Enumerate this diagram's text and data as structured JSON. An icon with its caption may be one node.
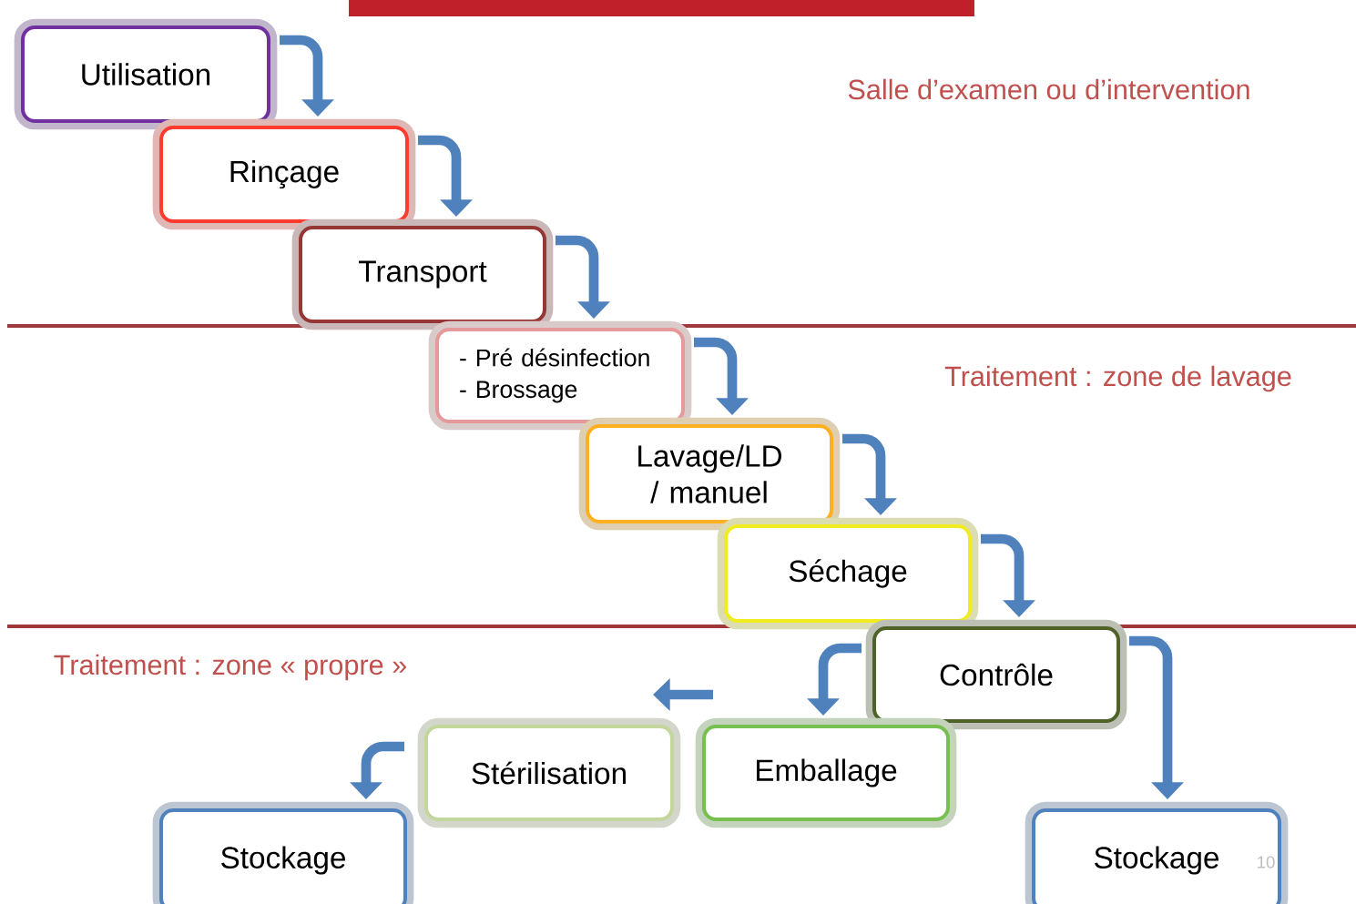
{
  "diagram": {
    "nodes": [
      {
        "text": [],
        "shape": "bar"
      },
      {
        "text": [
          "Utilisation"
        ]
      },
      {
        "text": [
          "Rinçage"
        ]
      },
      {
        "text": [
          "Transport"
        ]
      },
      {
        "text": [
          "- Pré désinfection",
          "- Brossage"
        ]
      },
      {
        "text": [
          "Lavage/LD / manuel"
        ]
      },
      {
        "text": [
          "Séchage"
        ]
      },
      {
        "text": [
          "Contrôle"
        ]
      },
      {
        "text": [
          "Emballage"
        ]
      },
      {
        "text": [
          "Stérilisation"
        ]
      },
      {
        "text": [
          "Stockage"
        ]
      },
      {
        "text": [
          "Stockage"
        ]
      }
    ],
    "edges": [
      {
        "from": 1,
        "to": 2,
        "arrow": "to"
      },
      {
        "from": 2,
        "to": 3,
        "arrow": "to"
      },
      {
        "from": 3,
        "to": 4,
        "arrow": "to"
      },
      {
        "from": 4,
        "to": 5,
        "arrow": "to"
      },
      {
        "from": 5,
        "to": 6,
        "arrow": "to"
      },
      {
        "from": 6,
        "to": 7,
        "arrow": "to"
      },
      {
        "from": 7,
        "to": 8,
        "arrow": "to"
      },
      {
        "from": 8,
        "to": 9,
        "arrow": "to"
      },
      {
        "from": 9,
        "to": 10,
        "arrow": "to"
      },
      {
        "from": 7,
        "to": 11,
        "arrow": "to"
      }
    ],
    "labels": [
      "Salle d’examen ou d’intervention",
      "Traitement : zone de lavage",
      "Traitement : zone « propre »",
      "10"
    ]
  }
}
